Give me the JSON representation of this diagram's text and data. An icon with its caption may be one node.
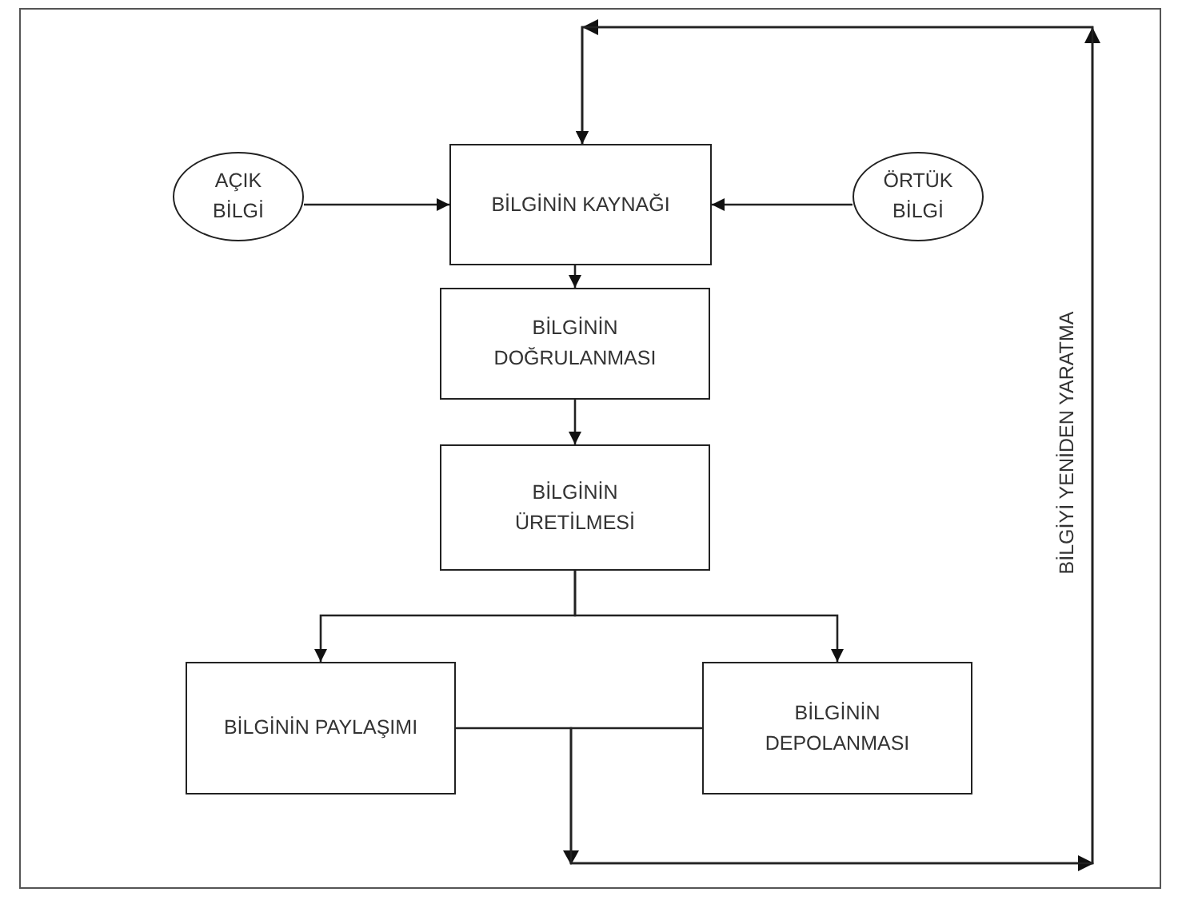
{
  "diagram": {
    "nodes": [
      {
        "text": [
          "BİLGİNİN KAYNAĞI"
        ]
      },
      {
        "text": [
          "AÇIK BİLGİ"
        ]
      },
      {
        "text": [
          "ÖRTÜK BİLGİ"
        ]
      },
      {
        "text": [
          "BİLGİNİN DOĞRULANMASI"
        ]
      },
      {
        "text": [
          "BİLGİNİN ÜRETİLMESİ"
        ]
      },
      {
        "text": [
          "BİLGİNİN PAYLAŞIMI"
        ]
      },
      {
        "text": [
          "BİLGİNİN DEPOLANMASI"
        ]
      }
    ],
    "edges": [
      {
        "from": 1,
        "to": 0,
        "arrow": "to"
      },
      {
        "from": 2,
        "to": 0,
        "arrow": "to"
      },
      {
        "from": 0,
        "to": 3,
        "arrow": "to"
      },
      {
        "from": 3,
        "to": 4,
        "arrow": "to"
      },
      {
        "from": 4,
        "to": 5,
        "arrow": "to"
      },
      {
        "from": 4,
        "to": 6,
        "arrow": "to"
      },
      {
        "from": 5,
        "to": 0,
        "arrow": "to",
        "label": "BİLGİYİ YENİDEN YARATMA"
      },
      {
        "from": 6,
        "to": 0,
        "arrow": "to"
      }
    ]
  }
}
